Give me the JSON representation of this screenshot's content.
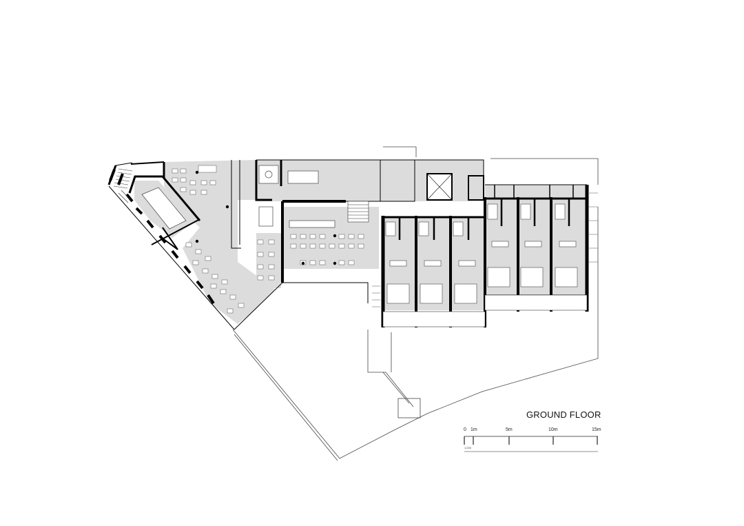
{
  "drawing": {
    "title": "GROUND FLOOR",
    "scale_bar": {
      "labels": [
        "0",
        "1m",
        "5m",
        "10m",
        "15m"
      ],
      "ratio": "1:200"
    },
    "colors": {
      "wall": "#000000",
      "floor_fill": "#dcdcdc",
      "line": "#333333",
      "background": "#ffffff"
    }
  }
}
